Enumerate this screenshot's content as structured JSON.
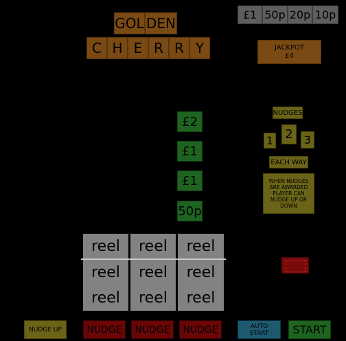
{
  "title": {
    "word1_part1": "GOL",
    "word1_part2": "DEN",
    "word2_letters": [
      "C",
      "H",
      "E",
      "R",
      "R",
      "Y"
    ]
  },
  "coins": [
    "£1",
    "50p",
    "20p",
    "10p"
  ],
  "jackpot": {
    "label": "JACKPOT",
    "value": "£4"
  },
  "prizes": [
    "£2",
    "£1",
    "£1",
    "50p"
  ],
  "nudges": {
    "header": "NUDGES",
    "numbers": [
      "1",
      "2",
      "3"
    ],
    "each_way": "EACH WAY",
    "info": "WHEN NUDGES ARE AWARDED PLAYER CAN NUDGE UP OR DOWN"
  },
  "reels": [
    [
      "reel",
      "reel",
      "reel"
    ],
    [
      "reel",
      "reel",
      "reel"
    ],
    [
      "reel",
      "reel",
      "reel"
    ]
  ],
  "buttons": {
    "nudge_up": "NUDGE UP",
    "nudge": [
      "NUDGE",
      "NUDGE",
      "NUDGE"
    ],
    "auto_start": "AUTO START",
    "start": "START"
  },
  "colors": {
    "background": "#000000",
    "title": "#7a4a14",
    "coins": "#5e5e5e",
    "prize": "#1e6420",
    "nudge_panel": "#6a6418",
    "reel": "#828282",
    "nudge_button": "#6a0606",
    "auto_start": "#1d5a70",
    "start": "#1e6420",
    "indicator": "#7a0a0a"
  }
}
